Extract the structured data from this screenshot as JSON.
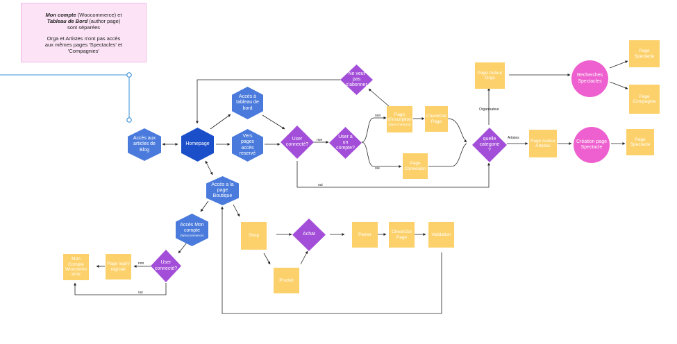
{
  "note": {
    "line1_bold1": "Mon compte",
    "line1_rest": " (Woocommerce) et",
    "line2_bold": "Tableau de Bord",
    "line2_rest": " (author page)",
    "line3": "sont séparées",
    "line4": "Orga et Artistes n'ont pas accès",
    "line5": "aux mêmes pages 'Spectacles' et",
    "line6": "'Compagnies'"
  },
  "nodes": {
    "homepage": "Homepage",
    "blog": "Accès aux articles de Blog",
    "tableau_bord": "Accès à tableau de bord",
    "pages_reserve": "Vers pages accès reservé",
    "boutique": "Accès a la page Boutique",
    "mon_compte_main": "Accès Mon compte",
    "mon_compte_sub": "(Woocommerce)",
    "user_connecte": "User connecté?",
    "user_compte": "User a un compte?",
    "ne_veut_pas": "Ne veut pas s'abonner",
    "inscription_main": "Page d'inscription",
    "inscription_sub": "(dans checkout)",
    "checkout_page": "CheckOut Page",
    "page_connexion": "Page Connexion",
    "quelle_categorie": "quelle categorie ?",
    "page_auteur_orga": "Page Auteur Orga",
    "page_auteur_artiste": "Page Auteur Artistes",
    "recherches": "Recherches Spectacles",
    "creation": "Création page Spectacle",
    "page_spectacle_top": "Page Spectacle",
    "page_compagnie": "Page Compagnie",
    "page_spectacle_right": "Page Spectacle",
    "shop": "Shop",
    "achat": "Achat",
    "produit": "Produit",
    "panier": "Panier",
    "checkout_page2": "CheckOut Page",
    "validation": "Validation",
    "user_connecte2": "User connecté?",
    "page_login": "Page login/ register",
    "mon_compte_woo": "Mon Compte Woocomm erce"
  },
  "edge_labels": {
    "non1": "non",
    "non2": "non",
    "oui_connexion": "oui",
    "oui_bottom": "oui",
    "organisateur": "Organisateur",
    "artistes": "Artistes",
    "non3": "non",
    "oui_left": "oui"
  },
  "colors": {
    "hexagon": "#4a7bdc",
    "hexagon_dark": "#1a4fc9",
    "diamond": "#a34ed8",
    "sticky": "#fcd16b",
    "circle": "#ee60cf",
    "note_bg": "#fce4f6",
    "connector_blue": "#3a8fd6"
  }
}
